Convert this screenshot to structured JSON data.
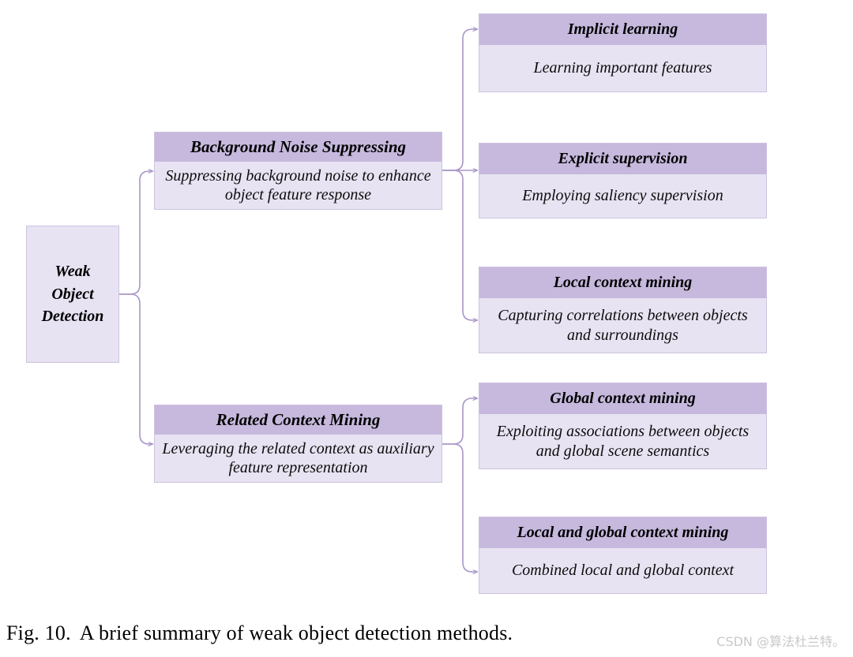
{
  "figure": {
    "caption_number": "Fig. 10.",
    "caption_text": "A brief summary of weak object detection methods.",
    "watermark": "CSDN @算法杜兰特。"
  },
  "colors": {
    "header_fill": "#c6b9dd",
    "body_fill": "#e7e3f2",
    "border": "#cdc2e0",
    "connector": "#a996c9",
    "text": "#000000",
    "watermark": "#c9c9c9"
  },
  "diagram": {
    "type": "tree",
    "root": {
      "label": "Weak\nObject\nDetection"
    },
    "branches": [
      {
        "id": "background-noise-suppressing",
        "title": "Background Noise Suppressing",
        "description": "Suppressing background noise to enhance object feature response",
        "children": [
          {
            "id": "implicit-learning",
            "title": "Implicit learning",
            "description": "Learning important features"
          },
          {
            "id": "explicit-supervision",
            "title": "Explicit supervision",
            "description": "Employing saliency supervision"
          },
          {
            "id": "local-context-mining",
            "title": "Local context mining",
            "description": "Capturing correlations between objects and surroundings"
          }
        ]
      },
      {
        "id": "related-context-mining",
        "title": "Related Context Mining",
        "description": "Leveraging the related context as auxiliary feature representation",
        "children": [
          {
            "id": "global-context-mining",
            "title": "Global context mining",
            "description": "Exploiting associations between objects and global scene semantics"
          },
          {
            "id": "local-and-global-context-mining",
            "title": "Local and global context mining",
            "description": "Combined local and global context"
          }
        ]
      }
    ]
  }
}
